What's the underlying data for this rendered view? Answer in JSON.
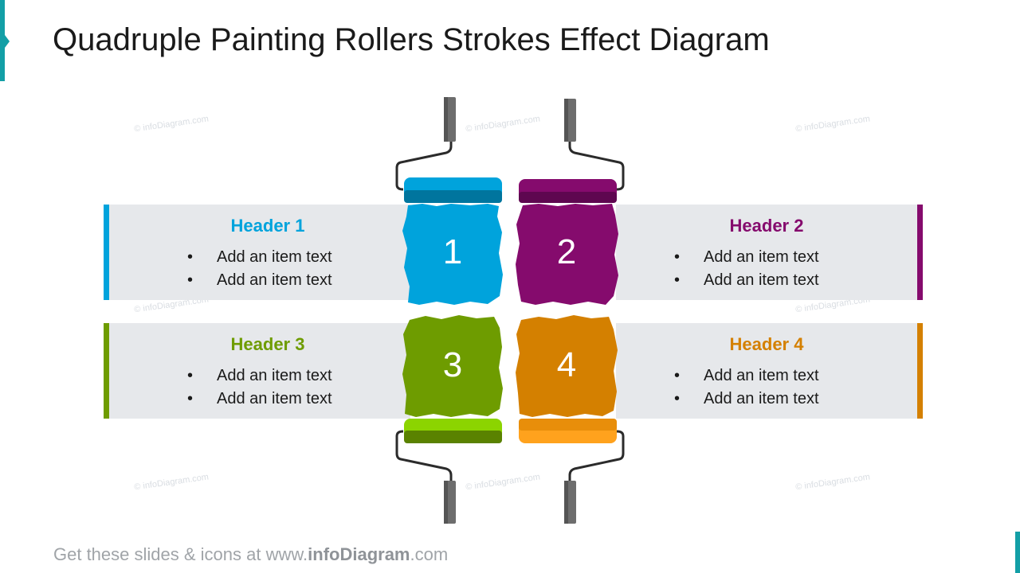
{
  "title": "Quadruple Painting Rollers Strokes Effect Diagram",
  "watermark": "© infoDiagram.com",
  "footer": {
    "prefix": "Get these slides & icons at www.",
    "brand": "infoDiagram",
    "suffix": ".com"
  },
  "items": [
    {
      "number": "1",
      "header": "Header 1",
      "bullets": [
        "Add an item text",
        "Add an item text"
      ],
      "color": "#00a3dc",
      "dark": "#00759e",
      "roller": "#00a3dc"
    },
    {
      "number": "2",
      "header": "Header 2",
      "bullets": [
        "Add an item text",
        "Add an item text"
      ],
      "color": "#850b6d",
      "dark": "#5e0750",
      "roller": "#850b6d"
    },
    {
      "number": "3",
      "header": "Header 3",
      "bullets": [
        "Add an item text",
        "Add an item text"
      ],
      "color": "#6e9c00",
      "dark": "#5a8200",
      "roller": "#8cd400"
    },
    {
      "number": "4",
      "header": "Header 4",
      "bullets": [
        "Add an item text",
        "Add an item text"
      ],
      "color": "#d48000",
      "dark": "#e88e0a",
      "roller": "#ffa21d"
    }
  ]
}
